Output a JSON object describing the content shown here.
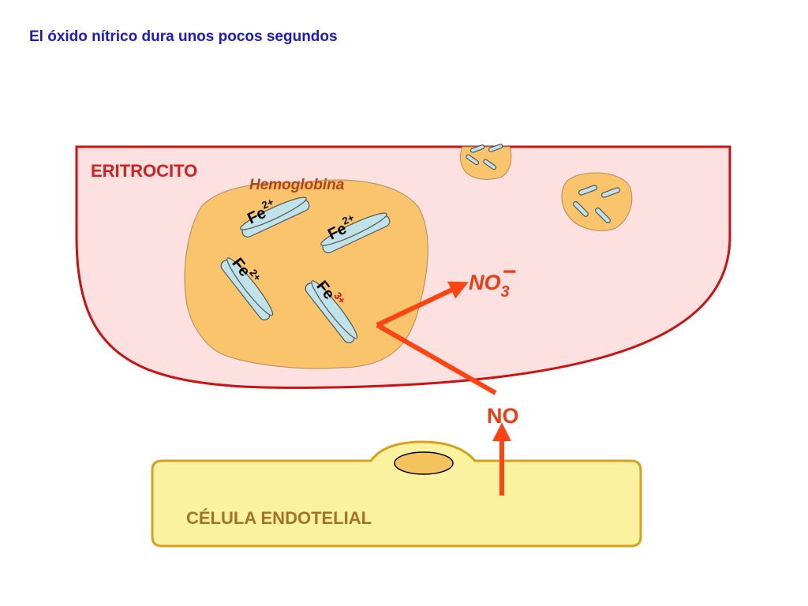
{
  "title": "El óxido nítrico dura unos pocos segundos",
  "labels": {
    "erythrocyte": "ERITROCITO",
    "hemoglobin": "Hemoglobina",
    "endothelial_cell": "CÉLULA ENDOTELIAL",
    "nitric_oxide": "NO",
    "nitrate_base": "NO",
    "nitrate_sub": "3",
    "nitrate_charge": "−"
  },
  "heme_groups": [
    {
      "element": "Fe",
      "charge": "2+"
    },
    {
      "element": "Fe",
      "charge": "2+"
    },
    {
      "element": "Fe",
      "charge": "2+"
    },
    {
      "element": "Fe",
      "charge": "3+"
    }
  ],
  "colors": {
    "title": "#1a1acc",
    "erythrocyte_fill": "#fde0e0",
    "erythrocyte_border": "#cc1111",
    "erythrocyte_label": "#cc2222",
    "hemoglobin_fill": "#f9c46b",
    "hemoglobin_label": "#b1441a",
    "heme_fill": "#bfe3e8",
    "heme_stroke": "#555555",
    "charge_2": "#000000",
    "charge_3": "#dd1111",
    "endothelial_fill": "#fbf2a0",
    "endothelial_border": "#d6a21e",
    "endothelial_label": "#a5702a",
    "nucleus_fill": "#f5c35d",
    "arrow": "#ff4411",
    "molecule_label": "#ee3b11"
  }
}
